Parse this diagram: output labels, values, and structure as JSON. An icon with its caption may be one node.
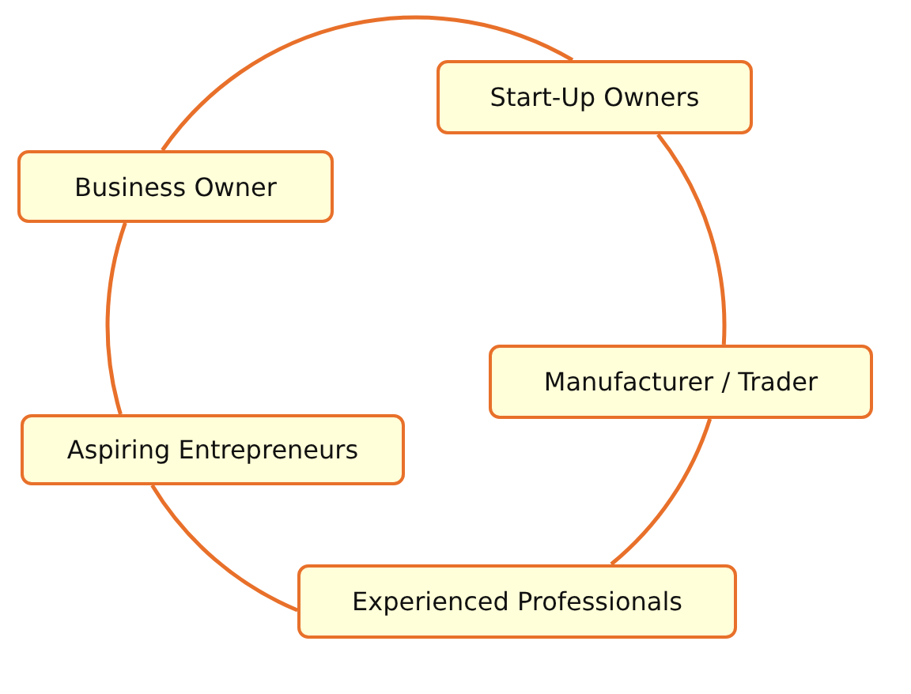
{
  "diagram": {
    "nodes": [
      {
        "text": [
          "Start-Up Owners"
        ]
      },
      {
        "text": [
          "Business Owner"
        ]
      },
      {
        "text": [
          "Manufacturer / Trader"
        ]
      },
      {
        "text": [
          "Aspiring Entrepreneurs"
        ]
      },
      {
        "text": [
          "Experienced Professionals"
        ]
      }
    ],
    "edges": [
      {
        "from": 0,
        "to": 2,
        "arrow": "none"
      },
      {
        "from": 2,
        "to": 4,
        "arrow": "none"
      },
      {
        "from": 4,
        "to": 3,
        "arrow": "none"
      },
      {
        "from": 3,
        "to": 1,
        "arrow": "none"
      },
      {
        "from": 1,
        "to": 0,
        "arrow": "none"
      }
    ]
  }
}
